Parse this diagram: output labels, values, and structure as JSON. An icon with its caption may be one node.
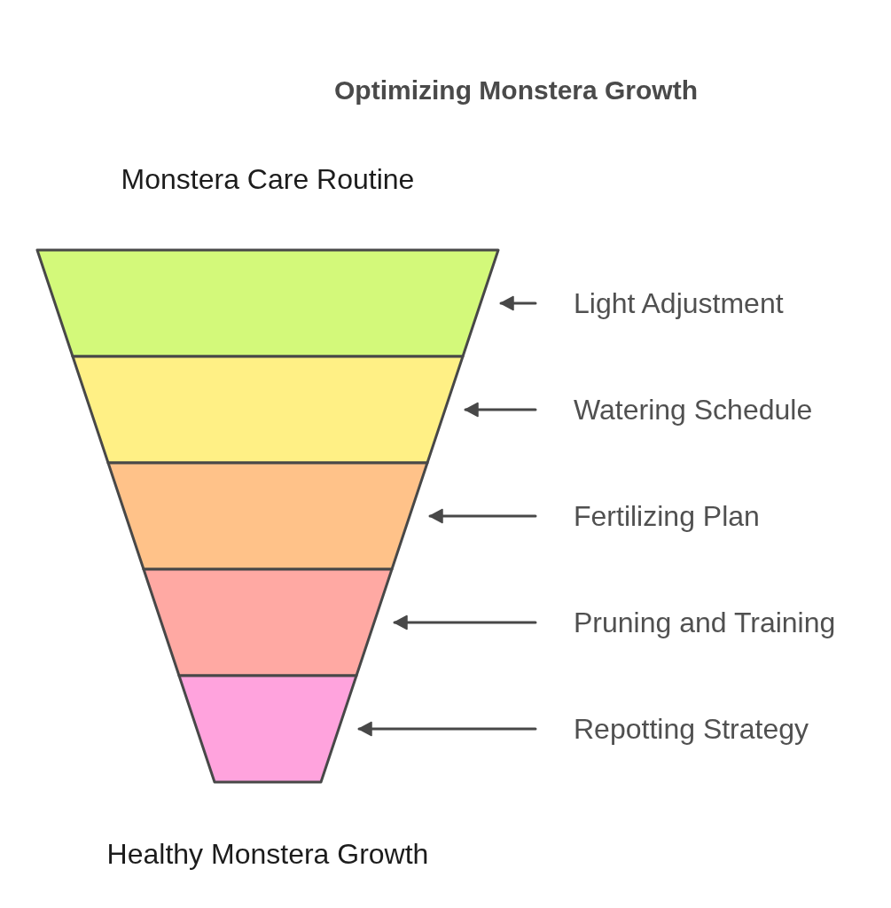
{
  "diagram": {
    "title": "Optimizing Monstera Growth",
    "nodes": [
      {
        "text": [],
        "shape": "trapezoid"
      },
      {
        "text": [],
        "shape": "trapezoid"
      },
      {
        "text": [],
        "shape": "trapezoid"
      },
      {
        "text": [],
        "shape": "trapezoid"
      },
      {
        "text": [],
        "shape": "trapezoid"
      },
      {
        "text": [
          "Light Adjustment"
        ]
      },
      {
        "text": [
          "Watering Schedule"
        ]
      },
      {
        "text": [
          "Fertilizing Plan"
        ]
      },
      {
        "text": [
          "Pruning and Training"
        ]
      },
      {
        "text": [
          "Repotting Strategy"
        ]
      }
    ],
    "edges": [
      {
        "from": 5,
        "to": 0,
        "arrow": "to"
      },
      {
        "from": 6,
        "to": 1,
        "arrow": "to"
      },
      {
        "from": 7,
        "to": 2,
        "arrow": "to"
      },
      {
        "from": 8,
        "to": 3,
        "arrow": "to"
      },
      {
        "from": 9,
        "to": 4,
        "arrow": "to"
      }
    ],
    "labels": [
      "Monstera Care Routine",
      "Healthy Monstera Growth"
    ]
  }
}
